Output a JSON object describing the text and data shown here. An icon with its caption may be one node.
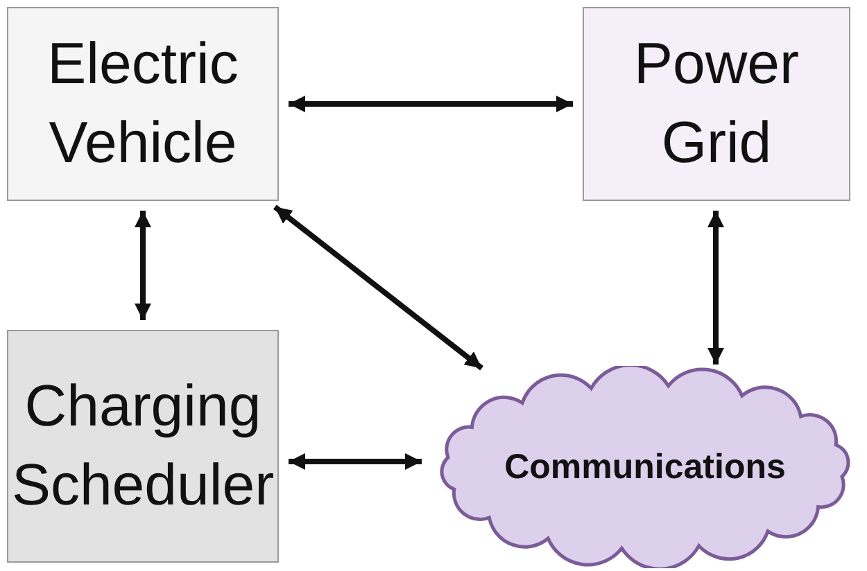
{
  "diagram": {
    "nodes": [
      {
        "text": [
          "Electric Vehicle"
        ]
      },
      {
        "text": [
          "Power Grid"
        ]
      },
      {
        "text": [
          "Charging Scheduler"
        ]
      },
      {
        "text": [
          "Communications"
        ]
      }
    ],
    "edges": [
      {
        "from": 0,
        "to": 1,
        "arrow": "both"
      },
      {
        "from": 0,
        "to": 2,
        "arrow": "both"
      },
      {
        "from": 0,
        "to": 3,
        "arrow": "both"
      },
      {
        "from": 1,
        "to": 3,
        "arrow": "both"
      },
      {
        "from": 2,
        "to": 3,
        "arrow": "both"
      }
    ]
  }
}
